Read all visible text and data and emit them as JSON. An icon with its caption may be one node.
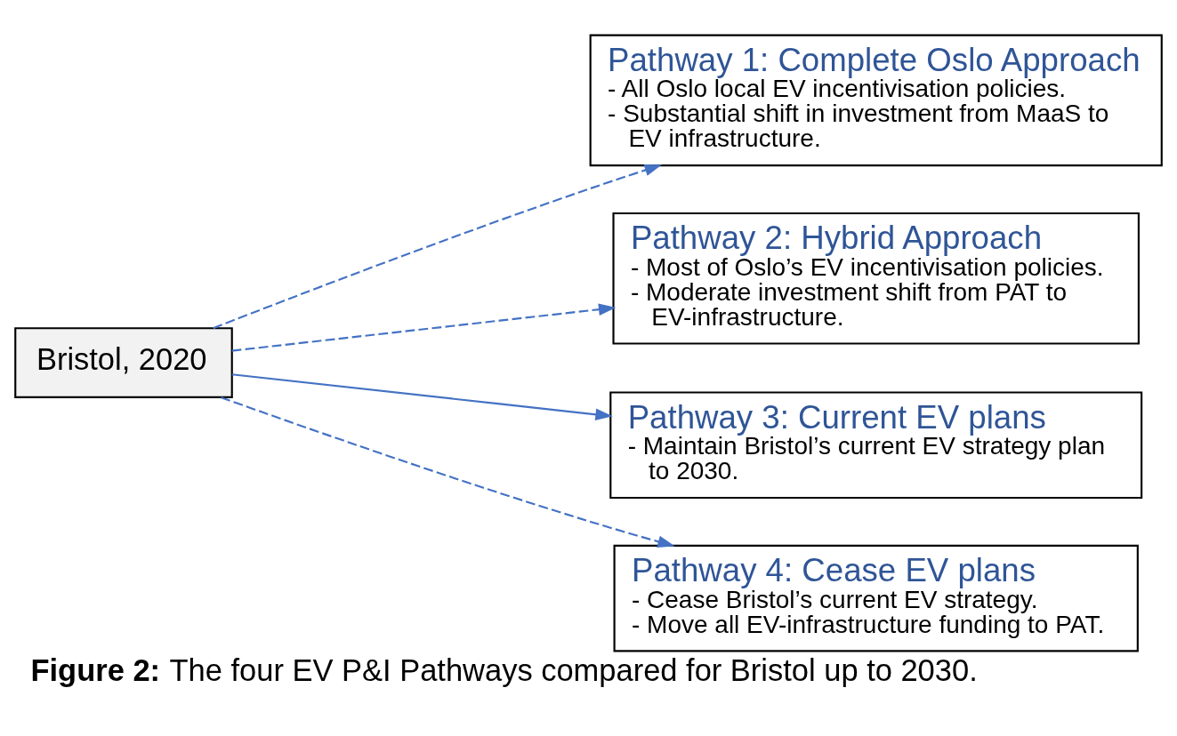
{
  "diagram": {
    "caption": "**Figure 2:** The four EV P&I Pathways compared for Bristol up to 2030.",
    "nodes": [
      {
        "text": [
          "Bristol, 2020"
        ]
      },
      {
        "text": [
          "Pathway 1: Complete Oslo Approach",
          "- All Oslo local EV incentivisation policies.",
          "- Substantial shift in investment from MaaS to EV infrastructure."
        ]
      },
      {
        "text": [
          "Pathway 2: Hybrid Approach",
          "- Most of Oslo’s EV incentivisation policies.",
          "- Moderate investment shift from PAT to EV-infrastructure."
        ]
      },
      {
        "text": [
          "Pathway 3: Current EV plans",
          "- Maintain Bristol’s current EV strategy plan to 2030."
        ]
      },
      {
        "text": [
          "Pathway 4: Cease EV plans",
          "- Cease Bristol’s current EV strategy.",
          "- Move all EV-infrastructure funding to PAT."
        ]
      }
    ],
    "edges": [
      {
        "from": 0,
        "to": 1,
        "arrow": "to",
        "style": "dashed"
      },
      {
        "from": 0,
        "to": 2,
        "arrow": "to",
        "style": "dashed"
      },
      {
        "from": 0,
        "to": 3,
        "arrow": "to"
      },
      {
        "from": 0,
        "to": 4,
        "arrow": "to",
        "style": "dashed"
      }
    ]
  }
}
